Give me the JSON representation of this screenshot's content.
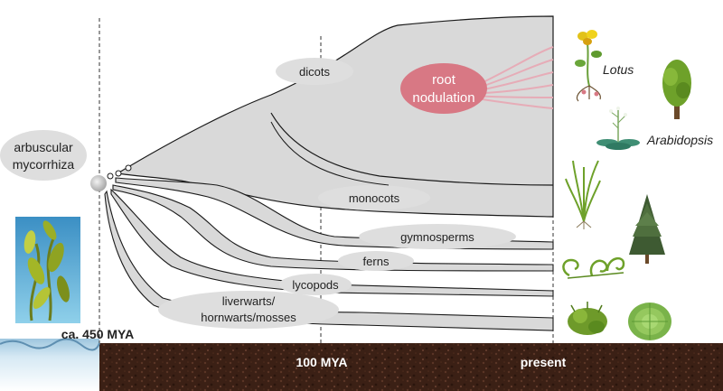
{
  "diagram": {
    "root_label_line1": "arbuscular",
    "root_label_line2": "mycorrhiza",
    "nodulation_line1": "root",
    "nodulation_line2": "nodulation",
    "clades": {
      "dicots": "dicots",
      "monocots": "monocots",
      "gymnosperms": "gymnosperms",
      "ferns": "ferns",
      "lycopods": "lycopods",
      "bryophytes_line1": "liverwarts/",
      "bryophytes_line2": "hornwarts/mosses"
    },
    "timeline": {
      "start": "ca. 450 MYA",
      "mid": "100 MYA",
      "end": "present"
    },
    "species": {
      "lotus": "Lotus",
      "arabidopsis": "Arabidopsis"
    },
    "colors": {
      "branch_fill": "#d9d9d9",
      "branch_stroke": "#1a1a1a",
      "label_bubble": "#dedede",
      "nodulation": "#d87884",
      "nodulation_rays": "#e8a8b4",
      "soil": "#3a1f14",
      "water": "#bcd9ea"
    }
  }
}
